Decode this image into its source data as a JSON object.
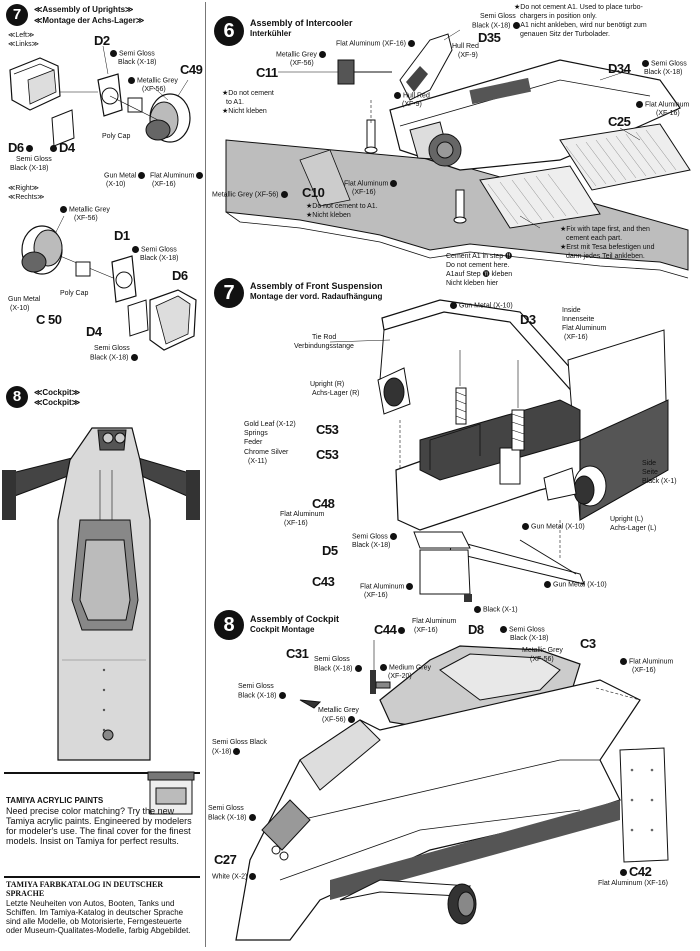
{
  "steps": {
    "uprights": {
      "number": "7",
      "title": "≪Assembly of Uprights≫",
      "subtitle": "≪Montage der Achs-Lager≫",
      "left_title": "≪Left≫",
      "left_sub": "≪Links≫",
      "right_title": "≪Right≫",
      "right_sub": "≪Rechts≫",
      "labels": {
        "d2": "D2",
        "semi_gloss_black_1": "Semi Gloss",
        "semi_gloss_black_1b": "Black (X-18)",
        "c49": "C49",
        "metallic_grey_1": "Metallic Grey",
        "metallic_grey_1b": "(XF-56)",
        "poly_cap_1": "Poly Cap",
        "gun_metal_1": "Gun Metal",
        "gun_metal_1b": "(X-10)",
        "flat_aluminum_1": "Flat Aluminum",
        "flat_aluminum_1b": "(XF-16)",
        "d6_left": "D6",
        "d4_left": "D4",
        "semi_gloss_2": "Semi Gloss",
        "semi_gloss_2b": "Black (X-18)",
        "metallic_grey_2": "Metallic Grey",
        "metallic_grey_2b": "(XF-56)",
        "d1": "D1",
        "semi_gloss_3": "Semi Gloss",
        "semi_gloss_3b": "Black (X-18)",
        "d6_right": "D6",
        "gun_metal_2": "Gun Metal",
        "gun_metal_2b": "(X-10)",
        "poly_cap_2": "Poly Cap",
        "c50": "C 50",
        "d4_right": "D4",
        "semi_gloss_4": "Semi Gloss",
        "semi_gloss_4b": "Black (X-18)"
      }
    },
    "cockpit_small": {
      "number": "8",
      "title": "≪Cockpit≫",
      "subtitle": "≪Cockpit≫"
    },
    "intercooler": {
      "number": "6",
      "title": "Assembly of Intercooler",
      "subtitle": "Interkühler",
      "labels": {
        "semi_gloss": "Semi Gloss",
        "semi_gloss_b": "Black (X-18)",
        "d35": "D35",
        "flat_alu": "Flat Aluminum (XF-16)",
        "hull_red_1": "Hull Red",
        "hull_red_1b": "(XF-9)",
        "metallic_grey": "Metallic Grey",
        "metallic_grey_b": "(XF-56)",
        "c11": "C11",
        "hull_red_2": "Hull Red",
        "hull_red_2b": "(XF-9)",
        "note_top_1": "★Do not cement A1. Used to place turbo-",
        "note_top_2": "chargers in position only.",
        "note_top_3": "★A1 nicht ankleben, wird nur benötigt zum",
        "note_top_4": "genauen Sitz der Turbolader.",
        "d34": "D34",
        "semi_gloss_r": "Semi Gloss",
        "semi_gloss_rb": "Black (X-18)",
        "c25": "C25",
        "flat_alu_r": "Flat Aluminum",
        "flat_alu_rb": "(XF-16)",
        "no_cement_1": "★Do not cement",
        "no_cement_2": "to A1.",
        "no_cement_3": "★Nicht kleben",
        "metallic_grey_2": "Metallic Grey (XF-56)",
        "c10": "C10",
        "flat_alu_2": "Flat Aluminum",
        "flat_alu_2b": "(XF-16)",
        "no_cement_b1": "★Do not cement to A1.",
        "no_cement_b2": "★Nicht kleben",
        "fix_tape_1": "★Fix with tape first, and then",
        "fix_tape_2": "cement each part.",
        "fix_tape_3": "★Erst mit Tesa befestigen und",
        "fix_tape_4": "dann jedes Teil ankleben.",
        "cement_step_1": "Cement A1 in step ⓫",
        "cement_step_2": "Do not cement here.",
        "cement_step_3": "A1auf Step ⓫ kleben",
        "cement_step_4": "Nicht kleben hier"
      }
    },
    "front_suspension": {
      "number": "7",
      "title": "Assembly of Front Suspension",
      "subtitle": "Montage der vord. Radaufhängung",
      "labels": {
        "gun_metal_top": "Gun Metal (X-10)",
        "d3": "D3",
        "inside": "Inside",
        "innenseite": "Innenseite",
        "flat_alu": "Flat Aluminum",
        "flat_alu_b": "(XF-16)",
        "tie_rod": "Tie Rod",
        "verbindung": "Verbindungsstange",
        "upright_r": "Upright (R)",
        "achs_r": "Achs-Lager (R)",
        "gold_leaf": "Gold Leaf (X-12)",
        "springs": "Springs",
        "feder": "Feder",
        "c53_a": "C53",
        "chrome_silver": "Chrome Silver",
        "chrome_silver_b": "(X-11)",
        "c53_b": "C53",
        "side": "Side",
        "seite": "Seite",
        "black_x1": "Black (X-1)",
        "c48": "C48",
        "flat_alu_2": "Flat Aluminum",
        "flat_alu_2b": "(XF-16)",
        "gun_metal_2": "Gun Metal (X-10)",
        "upright_l": "Upright (L)",
        "achs_l": "Achs-Lager (L)",
        "semi_gloss": "Semi Gloss",
        "semi_gloss_b": "Black (X-18)",
        "d5": "D5",
        "c43": "C43",
        "flat_alu_3": "Flat Aluminum",
        "flat_alu_3b": "(XF-16)",
        "gun_metal_3": "Gun Metal (X-10)",
        "black_x1_b": "Black (X-1)"
      }
    },
    "cockpit": {
      "number": "8",
      "title": "Assembly of Cockpit",
      "subtitle": "Cockpit Montage",
      "labels": {
        "c44": "C44",
        "flat_alu_top": "Flat Aluminum",
        "flat_alu_top_b": "(XF-16)",
        "d8": "D8",
        "semi_gloss_top": "Semi Gloss",
        "semi_gloss_top_b": "Black (X-18)",
        "c3": "C3",
        "metallic_grey_top": "Metallic Grey",
        "metallic_grey_top_b": "(XF-56)",
        "flat_alu_r": "Flat Aluminum",
        "flat_alu_r_b": "(XF-16)",
        "c31": "C31",
        "semi_gloss_1": "Semi Gloss",
        "semi_gloss_1b": "Black (X-18)",
        "medium_grey": "Medium Grey",
        "medium_grey_b": "(XF-20)",
        "semi_gloss_2": "Semi Gloss",
        "semi_gloss_2b": "Black (X-18)",
        "metallic_grey_2": "Metallic Grey",
        "metallic_grey_2b": "(XF-56)",
        "semi_gloss_3": "Semi Gloss Black",
        "semi_gloss_3b": "(X-18)",
        "semi_gloss_4": "Semi Gloss",
        "semi_gloss_4b": "Black (X-18)",
        "c27": "C27",
        "white": "White (X-2)",
        "c42": "C42",
        "flat_alu_bottom": "Flat Aluminum (XF-16)"
      }
    }
  },
  "paints_box": {
    "title": "TAMIYA ACRYLIC PAINTS",
    "body": "Need precise color matching? Try the new Tamiya acrylic paints. Engineered by modelers for modeler's use. The final cover for the finest models. Insist on Tamiya for perfect results."
  },
  "katalog_box": {
    "title_1": "TAMIYA FARBKATALOG IN DEUTSCHER",
    "title_2": "SPRACHE",
    "body": "Letzte Neuheiten von Autos, Booten, Tanks und Schiffen. Im Tamiya-Katalog in deutscher Sprache sind alle Modelle, ob Motorisierte, Ferngesteuerte oder Museum-Qualitates-Modelle, farbig Abgebildet."
  },
  "colors": {
    "ink": "#111111",
    "shade": "#9a9a9a",
    "light_shade": "#d2d2d2"
  }
}
